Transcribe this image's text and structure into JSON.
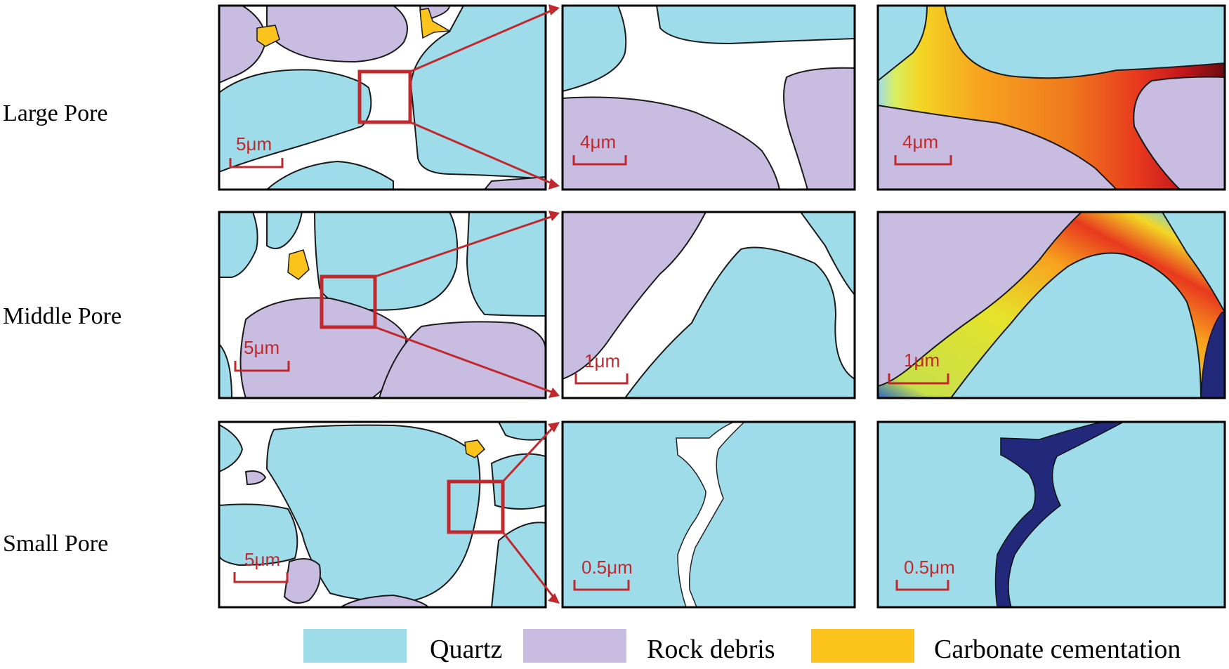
{
  "rows": [
    {
      "label": "Large Pore",
      "scale_overview": "5μm",
      "scale_zoom": "4μm",
      "scale_field": "4μm"
    },
    {
      "label": "Middle Pore",
      "scale_overview": "5μm",
      "scale_zoom": "1μm",
      "scale_field": "1μm"
    },
    {
      "label": "Small Pore",
      "scale_overview": "5μm",
      "scale_zoom": "0.5μm",
      "scale_field": "0.5μm"
    }
  ],
  "legend": [
    {
      "label": "Quartz",
      "color": "#9fdcea"
    },
    {
      "label": "Rock debris",
      "color": "#c8bde0"
    },
    {
      "label": "Carbonate cementation",
      "color": "#fbc31c"
    }
  ],
  "colors": {
    "pore": "#ffffff",
    "zoom_indicator": "#c0282d",
    "frame": "#000000"
  }
}
